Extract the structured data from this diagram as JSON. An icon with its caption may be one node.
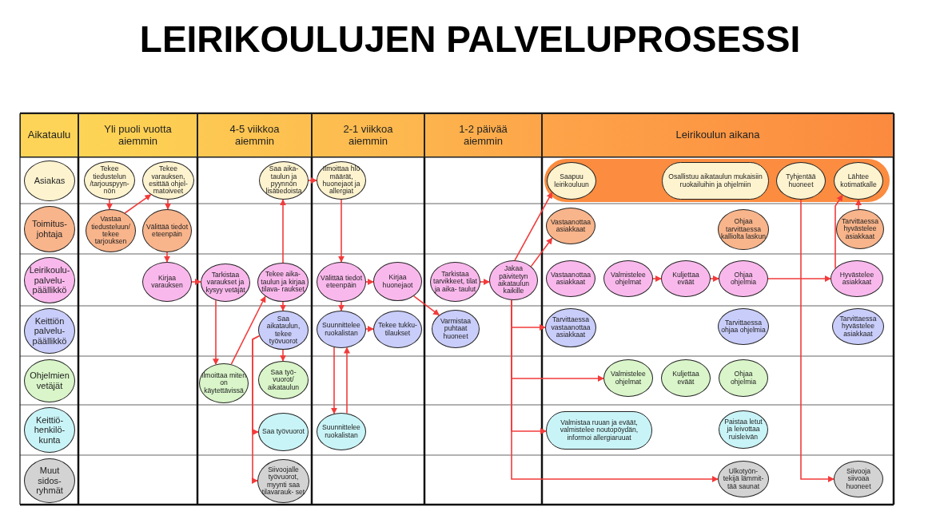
{
  "diagram": {
    "title": "LEIRIKOULUJEN PALVELUPROSESSI",
    "nodes": [
      {
        "text": [
          "Aikataulu"
        ]
      },
      {
        "text": [
          "Yli puoli vuotta aiemmin"
        ]
      },
      {
        "text": [
          "4-5 viikkoa aiemmin"
        ]
      },
      {
        "text": [
          "2-1 viikkoa aiemmin"
        ]
      },
      {
        "text": [
          "1-2 päivää aiemmin"
        ]
      },
      {
        "text": [
          "Leirikoulun aikana"
        ]
      },
      {
        "text": [
          "Asiakas"
        ]
      },
      {
        "text": [
          "Tekee tiedustelun /tarjouspyyn- nön"
        ]
      },
      {
        "text": [
          "Tekee varauksen, esittää ohjel- matoiveet"
        ]
      },
      {
        "text": [
          "Saa aika- taulun ja pyynnön lisätiedoista"
        ]
      },
      {
        "text": [
          "Ilmoittaa hlö määrät, huonejaot ja allergiat"
        ]
      },
      {
        "text": [],
        "shape": "band"
      },
      {
        "text": [
          "Saapuu leirikouluun"
        ],
        "in": 11
      },
      {
        "text": [
          "Osallistuu aikataulun mukaisiin ruokailuihin ja ohjelmiin"
        ],
        "in": 11
      },
      {
        "text": [
          "Tyhjentää huoneet"
        ],
        "in": 11
      },
      {
        "text": [
          "Lähtee kotimatkalle"
        ],
        "in": 11
      },
      {
        "text": [
          "Toimitus- johtaja"
        ]
      },
      {
        "text": [
          "Vastaa tiedusteluun/ tekee tarjouksen"
        ]
      },
      {
        "text": [
          "Välittää tiedot eteenpäin"
        ]
      },
      {
        "text": [
          "Vastaanottaa asiakkaat"
        ]
      },
      {
        "text": [
          "Ohjaa tarvittaessa kalliolta laskun"
        ]
      },
      {
        "text": [
          "Tarvittaessa hyvästelee asiakkaat"
        ]
      },
      {
        "text": [
          "Leirikoulu- palvelu- päällikkö"
        ]
      },
      {
        "text": [
          "Kirjaa varauksen"
        ]
      },
      {
        "text": [
          "Tarkistaa varaukset ja kysyy vetäjät"
        ]
      },
      {
        "text": [
          "Tekee aika- taulun ja kirjaa tilava- raukset"
        ]
      },
      {
        "text": [
          "Välittää tiedot eteenpäin"
        ]
      },
      {
        "text": [
          "Kirjaa huonejaot"
        ]
      },
      {
        "text": [
          "Tarkistaa tarvikkeet, tilat ja aika- taulut"
        ]
      },
      {
        "text": [
          "Jakaa päivitetyn aikataulun kaikille"
        ]
      },
      {
        "text": [
          "Vastaanottaa asiakkaat"
        ]
      },
      {
        "text": [
          "Valmistelee ohjelmat"
        ]
      },
      {
        "text": [
          "Kuljettaa eväät"
        ]
      },
      {
        "text": [
          "Ohjaa ohjelmia"
        ]
      },
      {
        "text": [
          "Hyvästelee asiakkaat"
        ]
      },
      {
        "text": [
          "Keittiön palvelu- päällikkö"
        ]
      },
      {
        "text": [
          "Saa aikataulun, tekee työvuorot"
        ]
      },
      {
        "text": [
          "Suunnittelee ruokalistan"
        ]
      },
      {
        "text": [
          "Tekee tukku- tilaukset"
        ]
      },
      {
        "text": [
          "Varmistaa puhtaat huoneet"
        ]
      },
      {
        "text": [
          "Tarvittaessa vastaanottaa asiakkaat"
        ]
      },
      {
        "text": [
          "Tarvittaessa ohjaa ohjelmia"
        ]
      },
      {
        "text": [
          "Tarvittaessa hyvästelee asiakkaat"
        ]
      },
      {
        "text": [
          "Ohjelmien vetäjät"
        ]
      },
      {
        "text": [
          "Ilmoittaa miten on käytettävissä"
        ]
      },
      {
        "text": [
          "Saa työ- vuorot/ aikataulun"
        ]
      },
      {
        "text": [
          "Valmistelee ohjelmat"
        ]
      },
      {
        "text": [
          "Kuljettaa eväät"
        ]
      },
      {
        "text": [
          "Ohjaa ohjelmia"
        ]
      },
      {
        "text": [
          "Keittiö- henkilö- kunta"
        ]
      },
      {
        "text": [
          "Saa työvuorot"
        ]
      },
      {
        "text": [
          "Suunnittelee ruokalistan"
        ]
      },
      {
        "text": [
          "Valmistaa ruuan ja eväät, valmistelee noutopöydän, informoi allergiaruuat"
        ]
      },
      {
        "text": [
          "Paistaa letut ja leivottaa ruisleivän"
        ]
      },
      {
        "text": [
          "Muut sidos- ryhmät"
        ]
      },
      {
        "text": [
          "Siivoojalle työvuorot, myynti saa tilavarauk- set"
        ]
      },
      {
        "text": [
          "Ulkotyön- tekijä lämmit- tää saunat"
        ]
      },
      {
        "text": [
          "Siivooja siivoaa huoneet"
        ]
      }
    ],
    "edges": [
      {
        "from": 7,
        "to": 17,
        "arrow": "to"
      },
      {
        "from": 17,
        "to": 8,
        "arrow": "to"
      },
      {
        "from": 8,
        "to": 18,
        "arrow": "to"
      },
      {
        "from": 18,
        "to": 23,
        "arrow": "to"
      },
      {
        "from": 23,
        "to": 24,
        "arrow": "to"
      },
      {
        "from": 24,
        "to": 44,
        "arrow": "to"
      },
      {
        "from": 44,
        "to": 25,
        "arrow": "to"
      },
      {
        "from": 25,
        "to": 9,
        "arrow": "to"
      },
      {
        "from": 25,
        "to": 36,
        "arrow": "to"
      },
      {
        "from": 36,
        "to": 45,
        "arrow": "to"
      },
      {
        "from": 36,
        "to": 50,
        "arrow": "to"
      },
      {
        "from": 36,
        "to": 55,
        "arrow": "to"
      },
      {
        "from": 9,
        "to": 10,
        "arrow": "to"
      },
      {
        "from": 10,
        "to": 26,
        "arrow": "to"
      },
      {
        "from": 26,
        "to": 27,
        "arrow": "to"
      },
      {
        "from": 26,
        "to": 37,
        "arrow": "to"
      },
      {
        "from": 37,
        "to": 38,
        "arrow": "to"
      },
      {
        "from": 37,
        "to": 51,
        "arrow": "to"
      },
      {
        "from": 51,
        "to": 37,
        "arrow": "to"
      },
      {
        "from": 27,
        "to": 39,
        "arrow": "to"
      },
      {
        "from": 28,
        "to": 29,
        "arrow": "to"
      },
      {
        "from": 29,
        "to": 12,
        "arrow": "to"
      },
      {
        "from": 29,
        "to": 19,
        "arrow": "to"
      },
      {
        "from": 29,
        "to": 40,
        "arrow": "to"
      },
      {
        "from": 29,
        "to": 46,
        "arrow": "to"
      },
      {
        "from": 29,
        "to": 52,
        "arrow": "to"
      },
      {
        "from": 29,
        "to": 56,
        "arrow": "to"
      },
      {
        "from": 31,
        "to": 32,
        "arrow": "to"
      },
      {
        "from": 32,
        "to": 33,
        "arrow": "to"
      },
      {
        "from": 33,
        "to": 34,
        "arrow": "to"
      },
      {
        "from": 34,
        "to": 15,
        "arrow": "to"
      },
      {
        "from": 21,
        "to": 15,
        "arrow": "to"
      },
      {
        "from": 14,
        "to": 57,
        "arrow": "to"
      }
    ]
  }
}
